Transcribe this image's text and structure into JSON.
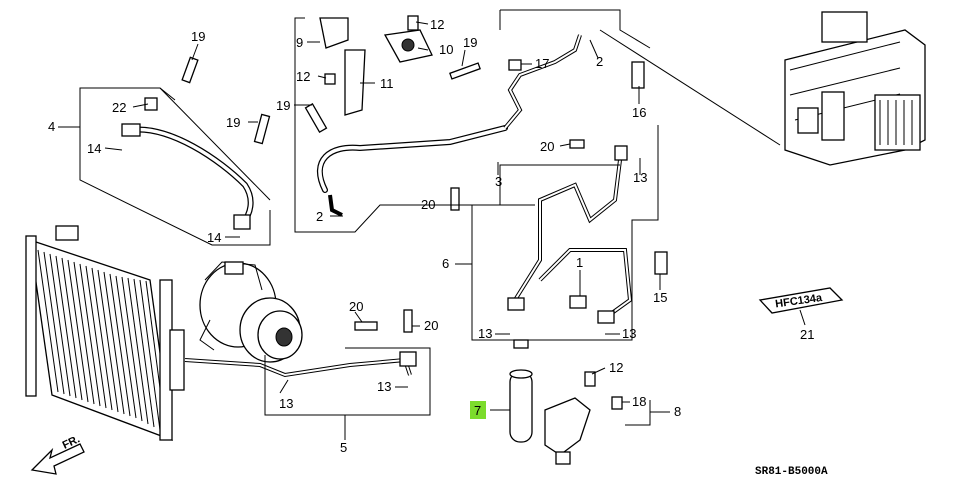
{
  "diagram_code": "SR81-B5000A",
  "direction_label": "FR.",
  "colors": {
    "line": "#000000",
    "highlight": "#7cdc2c",
    "background": "#ffffff"
  },
  "highlighted_part": "7",
  "callouts": {
    "c19a": "19",
    "c22": "22",
    "c4": "4",
    "c14a": "14",
    "c19b": "19",
    "c14b": "14",
    "c9": "9",
    "c12a": "12",
    "c10": "10",
    "c19c": "19",
    "c17": "17",
    "c2a": "2",
    "c12b": "12",
    "c11": "11",
    "c19d": "19",
    "c16": "16",
    "c20a": "20",
    "c13a": "13",
    "c3": "3",
    "c2b": "2",
    "c20b": "20",
    "c6": "6",
    "c1": "1",
    "c15": "15",
    "c13b": "13",
    "c20c": "20",
    "c20d": "20",
    "c13c": "13",
    "c13d": "13",
    "c5": "5",
    "c7": "7",
    "c12c": "12",
    "c18": "18",
    "c8": "8",
    "c21": "21"
  }
}
